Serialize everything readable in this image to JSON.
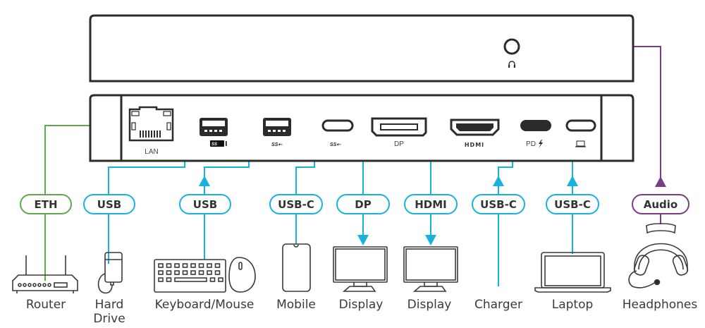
{
  "colors": {
    "ethernet": "#5fa84e",
    "usb": "#16b3e0",
    "audio": "#7b3c86",
    "outline": "#2b2b2b",
    "text": "#333333"
  },
  "front_panel": {
    "ports": [
      {
        "name": "headphone-jack",
        "icon": "headset-icon"
      }
    ]
  },
  "rear_panel": {
    "ports": [
      {
        "id": "lan",
        "label": "LAN"
      },
      {
        "id": "usb-a-1",
        "icon": "ss-usb-10gbps-icon"
      },
      {
        "id": "usb-a-2",
        "icon": "ss-usb-icon"
      },
      {
        "id": "usb-c-1",
        "icon": "ss-usb-icon"
      },
      {
        "id": "dp",
        "label": "DP"
      },
      {
        "id": "hdmi",
        "label": "HDMI"
      },
      {
        "id": "usb-c-pd",
        "label": "PD",
        "icon": "lightning-icon"
      },
      {
        "id": "usb-c-host",
        "icon": "laptop-icon"
      }
    ]
  },
  "connections": [
    {
      "pill": "ETH",
      "device": "Router",
      "color": "ethernet",
      "direction": "none"
    },
    {
      "pill": "USB",
      "device": "Hard Drive",
      "color": "usb",
      "direction": "none"
    },
    {
      "pill": "USB",
      "device": "Keyboard/Mouse",
      "color": "usb",
      "direction": "to-dock"
    },
    {
      "pill": "USB-C",
      "device": "Mobile",
      "color": "usb",
      "direction": "none"
    },
    {
      "pill": "DP",
      "device": "Display",
      "color": "usb",
      "direction": "to-device"
    },
    {
      "pill": "HDMI",
      "device": "Display",
      "color": "usb",
      "direction": "to-device"
    },
    {
      "pill": "USB-C",
      "device": "Charger",
      "color": "usb",
      "direction": "to-dock"
    },
    {
      "pill": "USB-C",
      "device": "Laptop",
      "color": "usb",
      "direction": "to-dock"
    },
    {
      "pill": "Audio",
      "device": "Headphones",
      "color": "audio",
      "direction": "to-dock"
    }
  ],
  "device_labels": {
    "router": "Router",
    "hard_drive_1": "Hard",
    "hard_drive_2": "Drive",
    "keyboard_mouse": "Keyboard/Mouse",
    "mobile": "Mobile",
    "display_dp": "Display",
    "display_hdmi": "Display",
    "charger": "Charger",
    "laptop": "Laptop",
    "headphones": "Headphones"
  },
  "pill_labels": {
    "eth": "ETH",
    "usb_1": "USB",
    "usb_2": "USB",
    "usbc_1": "USB-C",
    "dp": "DP",
    "hdmi": "HDMI",
    "usbc_2": "USB-C",
    "usbc_3": "USB-C",
    "audio": "Audio"
  },
  "port_labels": {
    "lan": "LAN",
    "dp": "DP",
    "hdmi": "HDMI",
    "pd": "PD"
  }
}
